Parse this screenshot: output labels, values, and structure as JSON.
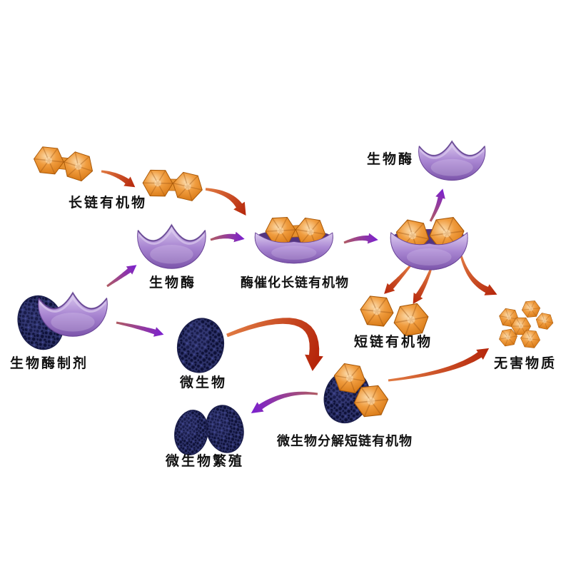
{
  "diagram": {
    "background": "#FFFFFF",
    "nodes": [
      {
        "id": "long-chain-organics",
        "label": "长链有机物",
        "type": "molecule"
      },
      {
        "id": "bio-enzyme",
        "label": "生物酶",
        "type": "enzyme"
      },
      {
        "id": "enzyme-catalysis",
        "label": "酶催化长链有机物",
        "type": "enzyme-substrate-complex"
      },
      {
        "id": "bio-enzyme-released",
        "label": "生物酶",
        "type": "enzyme"
      },
      {
        "id": "short-chain-organics",
        "label": "短链有机物",
        "type": "molecule"
      },
      {
        "id": "harmless-substances",
        "label": "无害物质",
        "type": "molecule-cluster"
      },
      {
        "id": "enzyme-preparation",
        "label": "生物酶制剂",
        "type": "microbe-enzyme"
      },
      {
        "id": "microbe",
        "label": "微生物",
        "type": "microbe"
      },
      {
        "id": "microbial-decomposition",
        "label": "微生物分解短链有机物",
        "type": "microbe-molecule"
      },
      {
        "id": "microbial-reproduction",
        "label": "微生物繁殖",
        "type": "microbe-pair"
      }
    ],
    "connections": [
      {
        "id": "chain-move",
        "from": "long-chain-organics",
        "to": "long-chain-organics",
        "style": "red"
      },
      {
        "id": "chain-to-catalysis",
        "from": "long-chain-organics",
        "to": "enzyme-catalysis",
        "style": "red"
      },
      {
        "id": "enzyme-to-catalysis",
        "from": "bio-enzyme",
        "to": "enzyme-catalysis",
        "style": "purple"
      },
      {
        "id": "catalysis-to-cleavage",
        "from": "enzyme-catalysis",
        "to": "cleavage-complex",
        "style": "purple"
      },
      {
        "id": "enzyme-release",
        "from": "cleavage-complex",
        "to": "bio-enzyme-released",
        "style": "purple"
      },
      {
        "id": "to-short-chain-1",
        "from": "cleavage-complex",
        "to": "short-chain-organics",
        "style": "red"
      },
      {
        "id": "to-short-chain-2",
        "from": "cleavage-complex",
        "to": "short-chain-organics",
        "style": "red"
      },
      {
        "id": "to-harmless-direct",
        "from": "cleavage-complex",
        "to": "harmless-substances",
        "style": "red"
      },
      {
        "id": "microbe-attack",
        "from": "microbe",
        "to": "microbial-decomposition",
        "style": "red"
      },
      {
        "id": "decomposition-to-harmless",
        "from": "microbial-decomposition",
        "to": "harmless-substances",
        "style": "red"
      },
      {
        "id": "decomposition-to-reproduction",
        "from": "microbial-decomposition",
        "to": "microbial-reproduction",
        "style": "purple"
      },
      {
        "id": "preparation-to-enzyme",
        "from": "enzyme-preparation",
        "to": "bio-enzyme",
        "style": "purple"
      },
      {
        "id": "preparation-to-microbe",
        "from": "enzyme-preparation",
        "to": "microbe",
        "style": "purple"
      }
    ],
    "colors": {
      "molecule_orange": "#E8882B",
      "enzyme_purple": "#9C79C8",
      "microbe_navy": "#2B2F63",
      "arrow_red": "#B5250A",
      "arrow_red_light": "#E07A42",
      "arrow_purple": "#7A1FD0",
      "arrow_purple_light": "#B05B63",
      "label_color": "#111111"
    }
  }
}
